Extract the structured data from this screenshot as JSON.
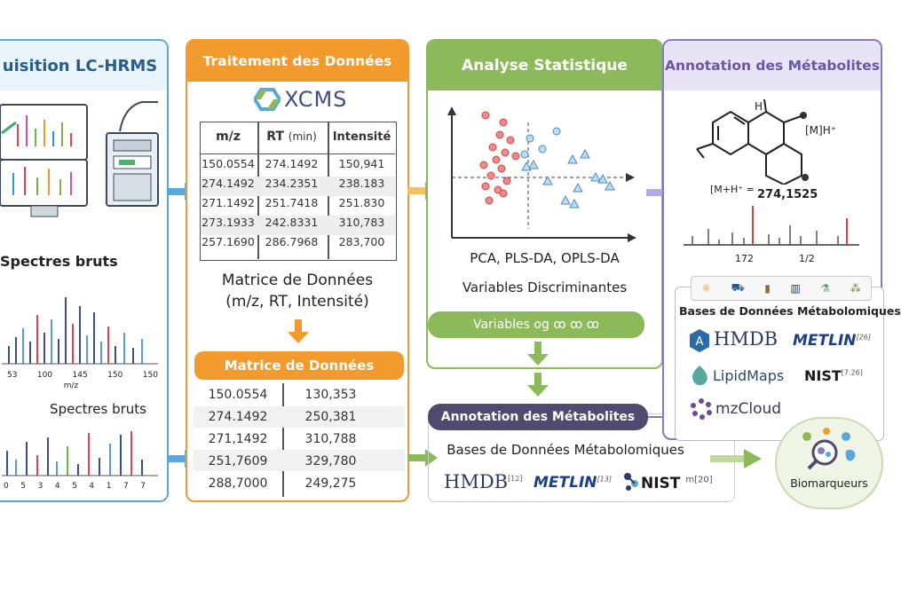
{
  "colors": {
    "blue": "#5aa7dd",
    "orange": "#f29a2e",
    "green": "#8cba5a",
    "purple": "#8a78c0",
    "darkpurple": "#4f4a6e"
  },
  "panel1": {
    "title": "uisition LC-HRMS",
    "label1": "Spectres bruts",
    "label2": "Spectres bruts",
    "axis_ticks": [
      "53",
      "100",
      "145",
      "150",
      "150"
    ],
    "axis_unit": "m/z",
    "axis2_ticks": [
      "0",
      "5",
      "3",
      "4",
      "5",
      "4",
      "1",
      "7",
      "7"
    ]
  },
  "panel2": {
    "title": "Traitement des Données",
    "logo": "XCMS",
    "table_headers": [
      "m/z",
      "RT",
      "(min)",
      "Intensité"
    ],
    "rows": [
      [
        "150.0554",
        "274.1492",
        "150,941"
      ],
      [
        "274.1492",
        "234.2351",
        "238.183"
      ],
      [
        "271.1492",
        "251.7418",
        "251.830"
      ],
      [
        "273.1933",
        "242.8331",
        "310,783"
      ],
      [
        "257.1690",
        "286.7968",
        "283,700"
      ]
    ],
    "caption_line1": "Matrice de Données",
    "caption_line2": "(m/z, RT, Intensité)",
    "pill": "Matrice de Données",
    "rows2": [
      [
        "150.0554",
        "130,353"
      ],
      [
        "274.1492",
        "250,381"
      ],
      [
        "271,1492",
        "310,788"
      ],
      [
        "251,7609",
        "329,780"
      ],
      [
        "288,7000",
        "249,275"
      ]
    ]
  },
  "panel3": {
    "title": "Analyse Statistique",
    "methods": "PCA, PLS-DA, OPLS-DA",
    "variables": "Variables Discriminantes",
    "pill": "Variables og ꝏ ꝏ ꝏ"
  },
  "panel4": {
    "title": "Annotation des Métabolites",
    "h_label": "H",
    "adduct1": "[M]H⁺",
    "adduct2": "[M+H⁺ =",
    "mass": "274,1525",
    "tick1": "172",
    "tick2": "1/2",
    "db_title": "Bases de Données Métabolomiques",
    "dbs": {
      "hmdb": "HMDB",
      "metlin": "METLIN",
      "metlin_ref": "[26]",
      "lipidmaps": "LipidMaps",
      "nist": "NIST",
      "nist_ref": "[7.26]",
      "mzcloud": "mzCloud"
    }
  },
  "bottom": {
    "pill": "Annotation des Métabolites",
    "db_title": "Bases de Données Métabolomiques",
    "hmdb": "HMDB",
    "hmdb_ref": "[12]",
    "metlin": "METLIN",
    "metlin_ref": "[13]",
    "nist": "NIST",
    "nist_ref": "m[20]"
  },
  "biomarkers": "Biomarqueurs"
}
